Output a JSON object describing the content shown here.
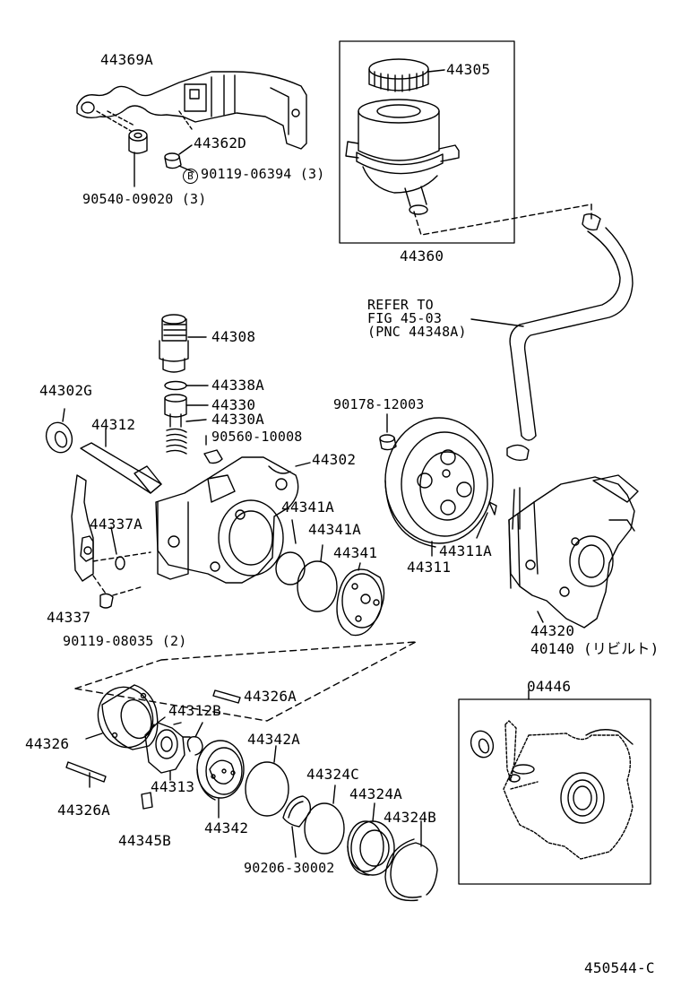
{
  "parts": {
    "p44369A": "44369A",
    "p44305": "44305",
    "p44362D": "44362D",
    "p90119_06394": "90119-06394 (3)",
    "p90540_09020": "90540-09020 (3)",
    "p44360": "44360",
    "p44308": "44308",
    "p44338A": "44338A",
    "p44330": "44330",
    "p44330A": "44330A",
    "p90560_10008": "90560-10008",
    "p44302G": "44302G",
    "p44312": "44312",
    "p44302": "44302",
    "p90178_12003": "90178-12003",
    "p44341A_1": "44341A",
    "p44341A_2": "44341A",
    "p44341": "44341",
    "p44337A": "44337A",
    "p44337": "44337",
    "p90119_08035": "90119-08035 (2)",
    "p44311": "44311",
    "p44311A": "44311A",
    "p44320": "44320",
    "p40140": "40140 (リビルト)",
    "p44326A_top": "44326A",
    "p44312B": "44312B",
    "p44326": "44326",
    "p44342A": "44342A",
    "p44313": "44313",
    "p44324C": "44324C",
    "p44324A": "44324A",
    "p44326A_bottom": "44326A",
    "p44342": "44342",
    "p44324B": "44324B",
    "p44345B": "44345B",
    "p90206_30002": "90206-30002",
    "p04446": "04446"
  },
  "callouts": {
    "b_marker": "B",
    "refer_line1": "REFER TO",
    "refer_line2": "FIG 45-03",
    "refer_line3": "(PNC 44348A)"
  },
  "figure_code": "450544-C"
}
